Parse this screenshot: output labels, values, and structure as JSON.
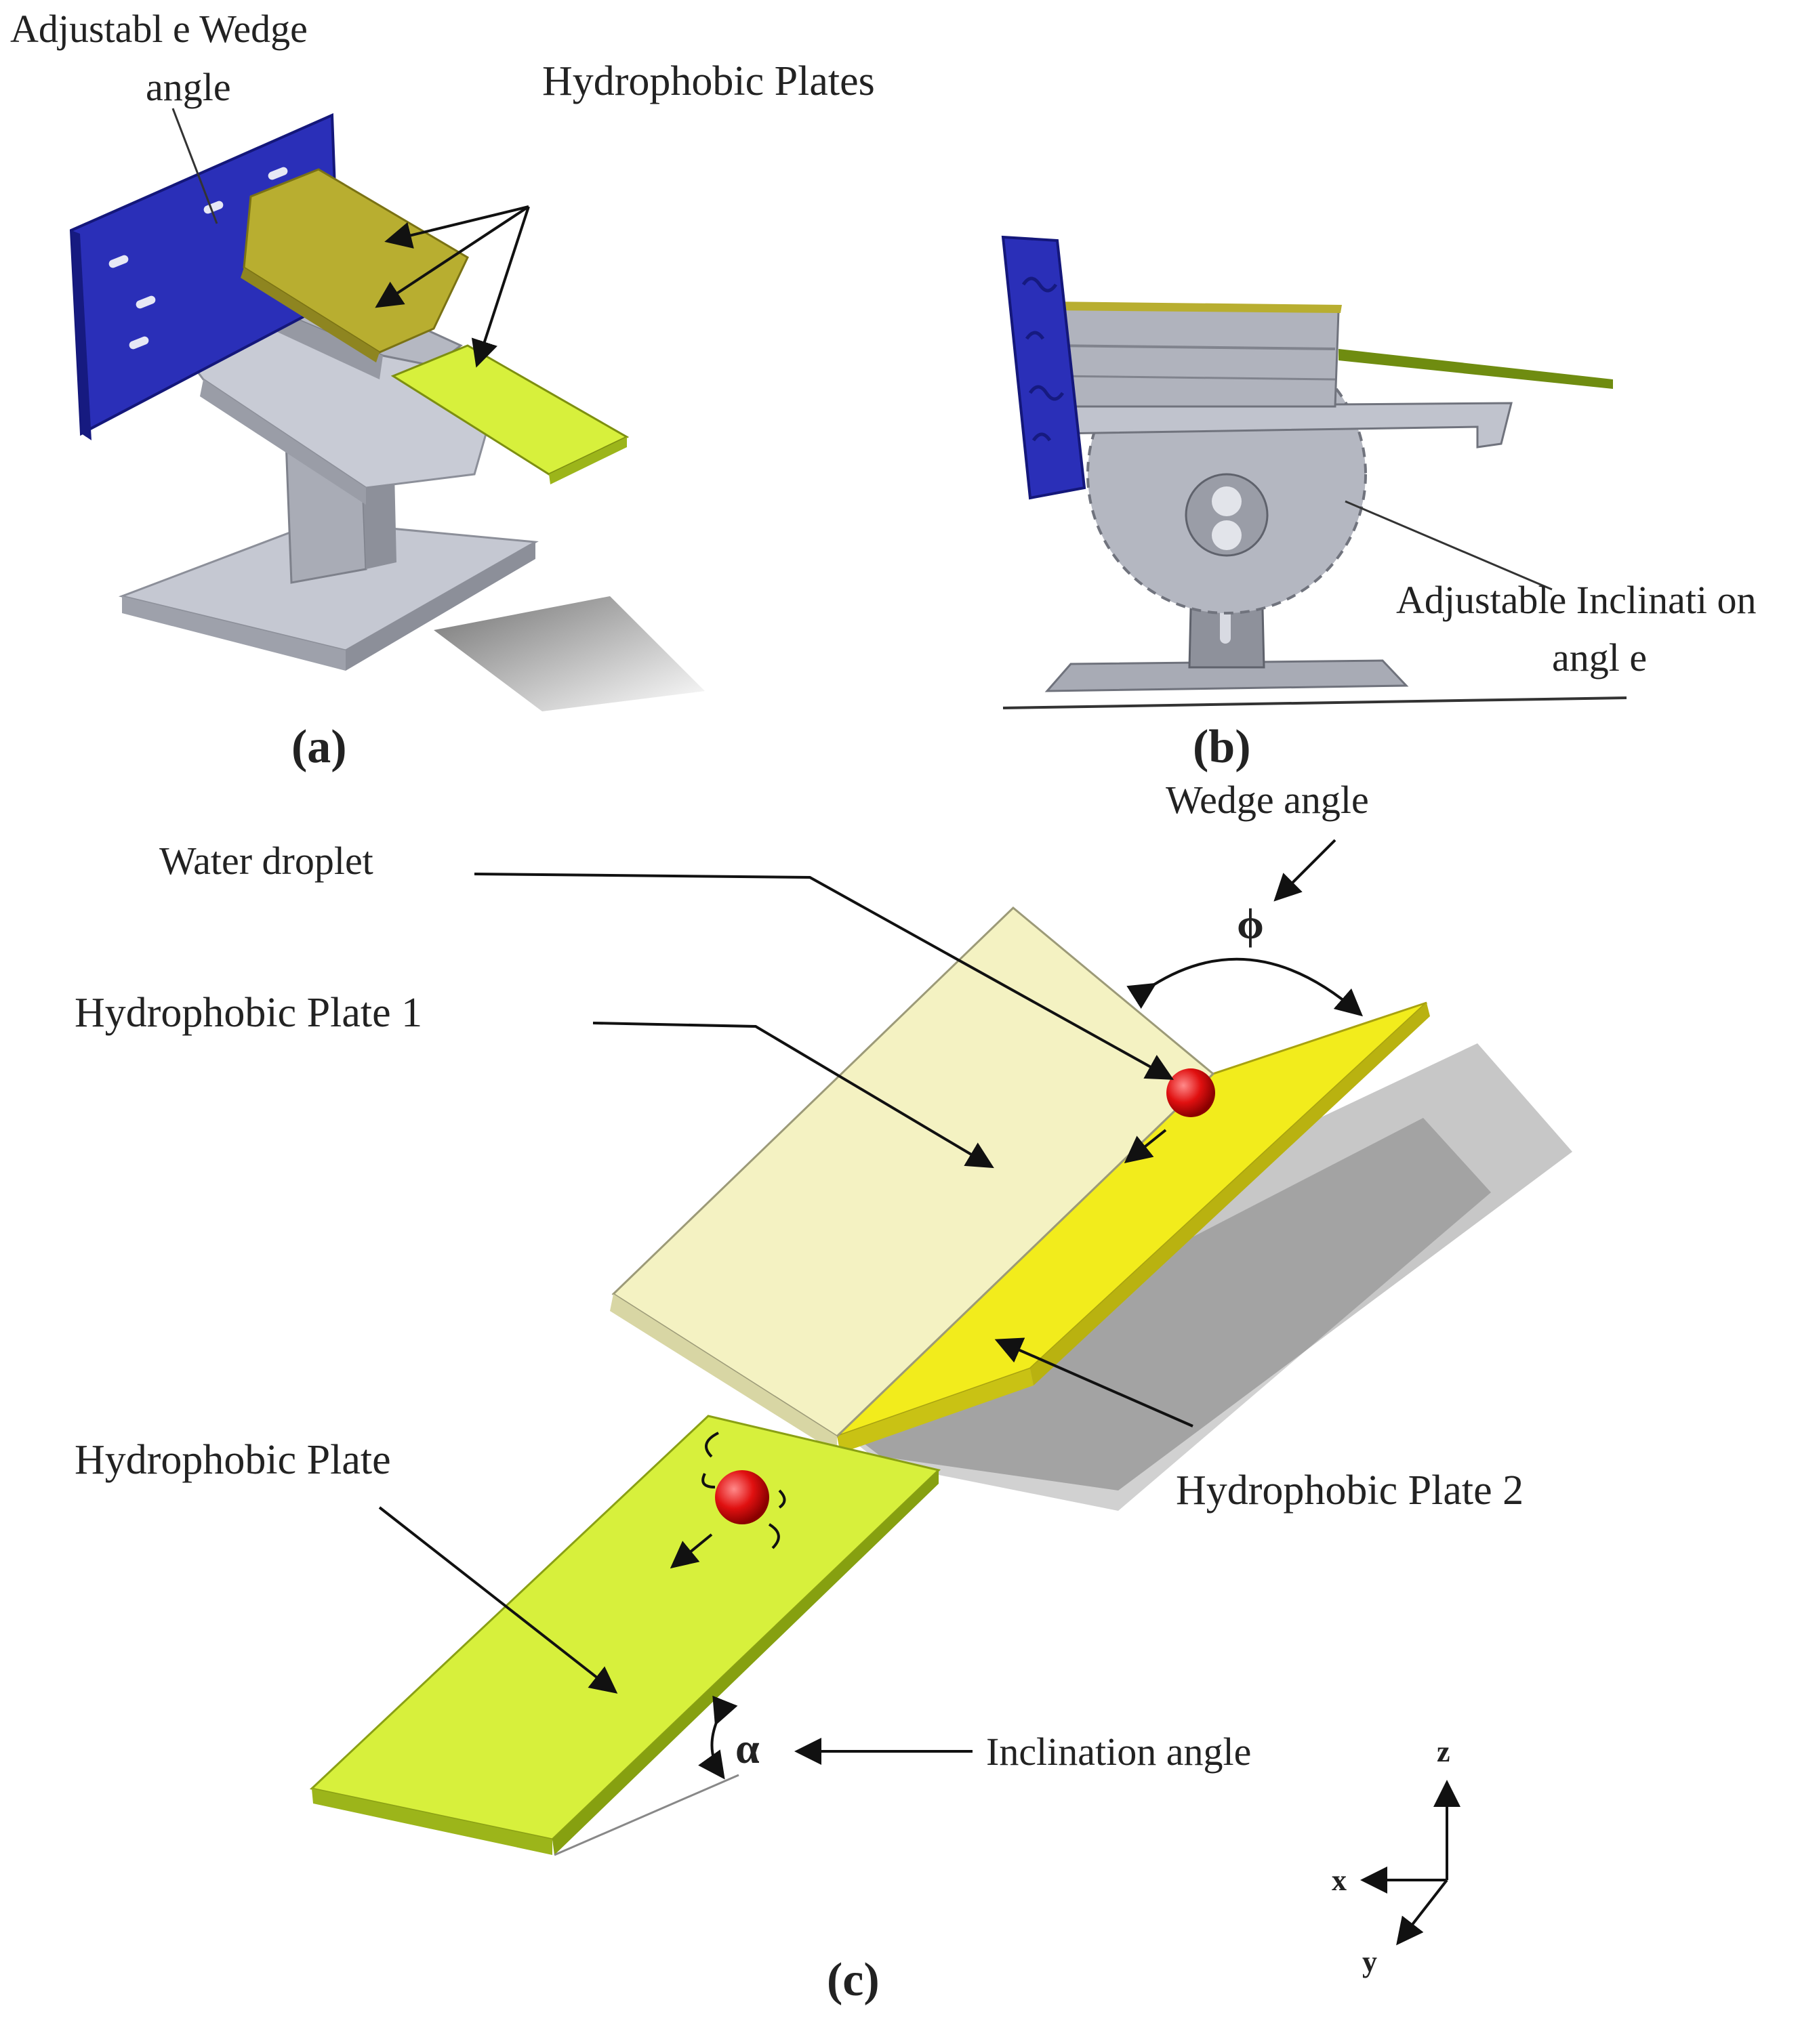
{
  "labels": {
    "adjustable_wedge_line1": "Adjustabl e Wedge",
    "adjustable_wedge_line2": "angle",
    "hydrophobic_plates": "Hydrophobic Plates",
    "adjustable_inclination_line1": "Adjustable Inclinati on",
    "adjustable_inclination_line2": "angl e",
    "panel_a": "(a)",
    "panel_b": "(b)",
    "panel_c": "(c)",
    "wedge_angle": "Wedge angle",
    "phi": "ϕ",
    "water_droplet": "Water droplet",
    "hydrophobic_plate_1": "Hydrophobic Plate 1",
    "hydrophobic_plate_2": "Hydrophobic Plate 2",
    "hydrophobic_plate": "Hydrophobic Plate",
    "alpha": "α",
    "inclination_angle": "Inclination angle",
    "axis_x": "x",
    "axis_y": "y",
    "axis_z": "z"
  },
  "colors": {
    "mount_plate": "#2a2fb8",
    "frame_gray": "#b9bcc6",
    "plate_olive": "#b8ae30",
    "plate_lime": "#d7f03c",
    "plate1_cream": "#f4f2c2",
    "plate2_yellow": "#f2ec1c",
    "droplet_red": "#e01010"
  }
}
